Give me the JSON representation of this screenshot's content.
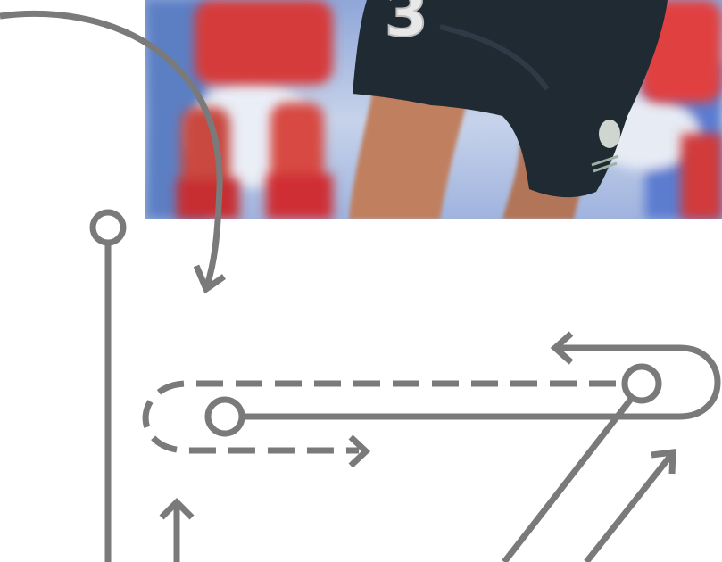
{
  "photo": {
    "subject": "football-player-shorts",
    "shorts_number": "3",
    "colors": {
      "sky": "#3b5fa6",
      "opponent_kit": "#d83a3a",
      "shorts": "#1f2a33",
      "skin": "#c78a6b",
      "pitch_blur": "#6f8fd1"
    }
  },
  "diagram": {
    "stroke_color": "#7a7a7a",
    "background": "#ffffff",
    "elements": [
      "curved-arrow",
      "vertical-line-with-ring",
      "dashed-loop-arrow",
      "solid-loop-arrow",
      "diagonal-line-to-ring",
      "diagonal-arrow",
      "up-arrow"
    ]
  }
}
